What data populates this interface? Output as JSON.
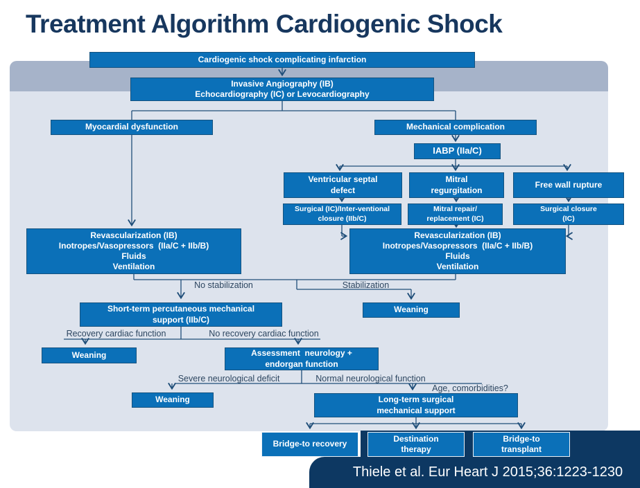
{
  "title": "Treatment Algorithm Cardiogenic Shock",
  "citation": "Thiele et al. Eur Heart J 2015;36:1223-1230",
  "colors": {
    "box_blue": "#0b70b8",
    "navy_panel": "#0d3862",
    "header_band": "#a6b3c9",
    "light_panel": "#dde3ed",
    "connector": "#1f4e79",
    "title_text": "#17375e"
  },
  "nodes": {
    "root": {
      "label": "Cardiogenic shock complicating infarction"
    },
    "angio": {
      "lines": [
        "Invasive Angiography (IB)",
        "Echocardiography (IC) or Levocardiography"
      ]
    },
    "myo": {
      "label": "Myocardial dysfunction"
    },
    "mech": {
      "label": "Mechanical complication"
    },
    "iabp": {
      "label": "IABP (IIa/C)"
    },
    "vsd": {
      "lines": [
        "Ventricular septal",
        "defect"
      ]
    },
    "mr": {
      "lines": [
        "Mitral",
        "regurgitation"
      ]
    },
    "fwr": {
      "label": "Free wall rupture"
    },
    "vsd2": {
      "lines": [
        "Surgical (IC)/Inter-ventional",
        "closure (IIb/C)"
      ]
    },
    "mr2": {
      "lines": [
        "Mitral repair/",
        "replacement (IC)"
      ]
    },
    "fwr2": {
      "lines": [
        "Surgical closure",
        "(IC)"
      ]
    },
    "revascL": {
      "lines": [
        "Revascularization (IB)",
        "Inotropes/Vasopressors  (IIa/C + IIb/B)",
        "Fluids",
        "Ventilation"
      ]
    },
    "revascR": {
      "lines": [
        "Revascularization (IB)",
        "Inotropes/Vasopressors  (IIa/C + IIb/B)",
        "Fluids",
        "Ventilation"
      ]
    },
    "shortterm": {
      "lines": [
        "Short-term percutaneous mechanical",
        "support (IIb/C)"
      ]
    },
    "weanStab": {
      "label": "Weaning"
    },
    "weanRec": {
      "label": "Weaning"
    },
    "assess": {
      "lines": [
        "Assessment  neurology +",
        "endorgan function"
      ]
    },
    "weanSev": {
      "label": "Weaning"
    },
    "longterm": {
      "lines": [
        "Long-term surgical",
        "mechanical support"
      ]
    },
    "bridgeRec": {
      "label": "Bridge-to recovery"
    },
    "dest": {
      "lines": [
        "Destination",
        "therapy"
      ]
    },
    "bridgeTx": {
      "lines": [
        "Bridge-to",
        "transplant"
      ]
    }
  },
  "branch_labels": {
    "no_stabilization": "No stabilization",
    "stabilization": "Stabilization",
    "recovery": "Recovery cardiac function",
    "no_recovery": "No recovery cardiac function",
    "severe": "Severe neurological deficit",
    "normal": "Normal neurological function",
    "age": "Age, comorbidities?"
  }
}
